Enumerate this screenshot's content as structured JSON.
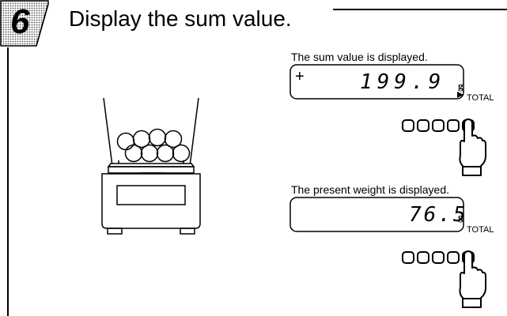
{
  "step": {
    "number": "6",
    "title": "Display the sum value."
  },
  "panels": [
    {
      "caption": "The sum value is displayed.",
      "sign": "+",
      "value": "199.9",
      "unit": "g",
      "indicator": "TOTAL"
    },
    {
      "caption": "The present weight is displayed.",
      "value": "76.5",
      "unit": "g",
      "indicator": "TOTAL"
    }
  ],
  "keypad": {
    "key_count": 5,
    "pressed_key": 5
  },
  "colors": {
    "ink": "#000000",
    "badge_fill": "#8a8a8a",
    "background": "#ffffff"
  }
}
